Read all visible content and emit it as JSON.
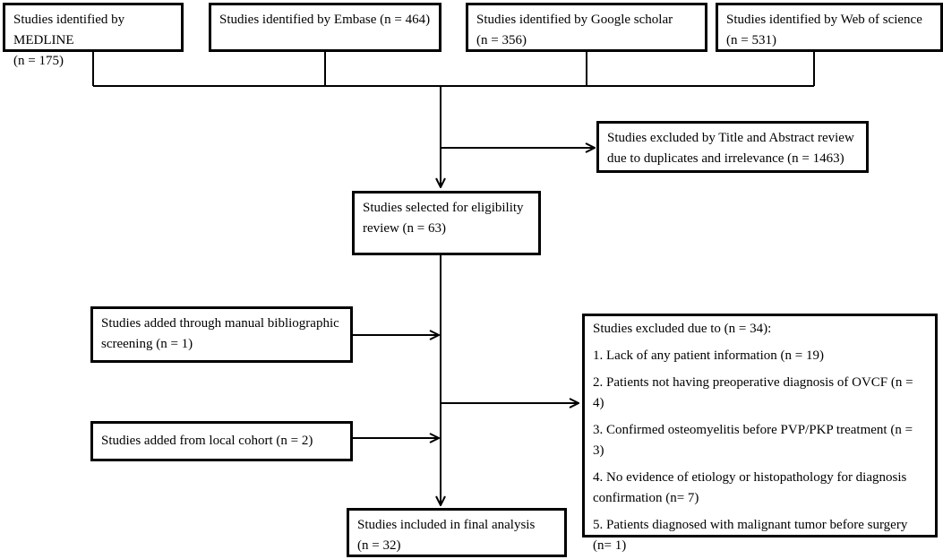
{
  "sources": [
    {
      "line1": "Studies identified by MEDLINE",
      "line2": "(n = 175)"
    },
    {
      "line1": "Studies identified by Embase (n = 464)",
      "line2": ""
    },
    {
      "line1": "Studies identified by Google scholar",
      "line2": "(n = 356)"
    },
    {
      "line1": "Studies identified by Web of science",
      "line2": "(n = 531)"
    }
  ],
  "excluded_title_abstract": {
    "line1": "Studies excluded by Title and Abstract review",
    "line2": "due to duplicates and irrelevance (n = 1463)"
  },
  "eligibility": {
    "line1": "Studies selected for eligibility",
    "line2": "review (n = 63)"
  },
  "manual_added": {
    "line1": "Studies added through manual bibliographic",
    "line2": "screening (n = 1)"
  },
  "local_cohort": {
    "text": "Studies added from local cohort (n = 2)"
  },
  "excluded_full": {
    "title": "Studies excluded due to (n = 34):",
    "reasons": [
      "1. Lack of any patient information (n = 19)",
      "2. Patients not having preoperative diagnosis of OVCF (n = 4)",
      "3. Confirmed osteomyelitis before PVP/PKP treatment (n = 3)",
      "4. No evidence of etiology or histopathology for diagnosis confirmation (n= 7)",
      "5. Patients diagnosed with malignant tumor before surgery (n= 1)"
    ]
  },
  "final": {
    "line1": "Studies included in final analysis",
    "line2": "(n = 32)"
  }
}
